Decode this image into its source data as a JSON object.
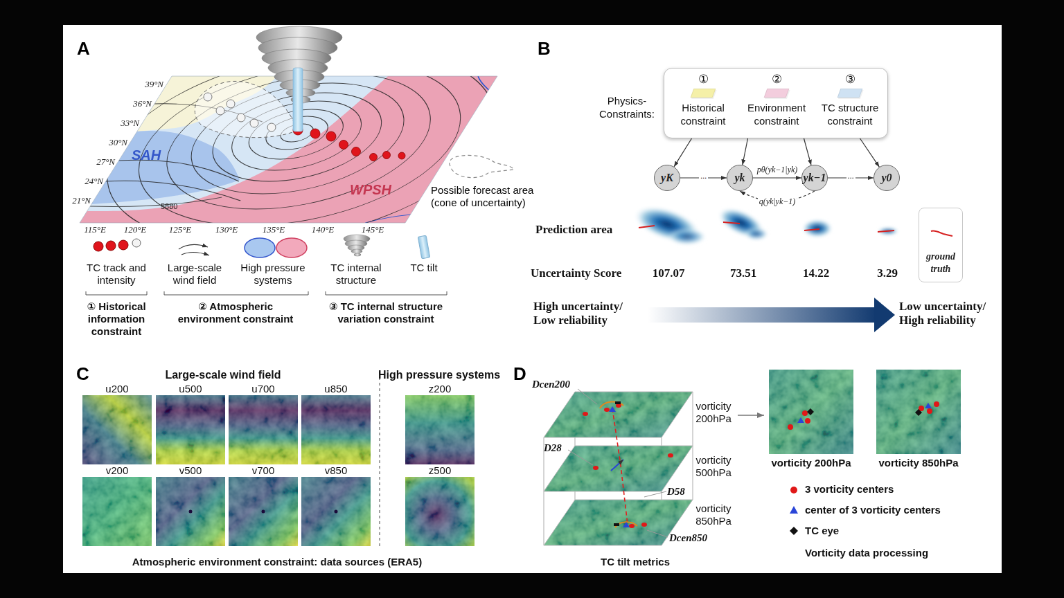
{
  "diagram": {
    "nodes": [
      {
        "text": [
          "Physics-Constraints:"
        ]
      },
      {
        "text": [
          "①",
          "Historical constraint"
        ],
        "in": 0
      },
      {
        "text": [
          "②",
          "Environment constraint"
        ],
        "in": 0
      },
      {
        "text": [
          "③",
          "TC structure constraint"
        ],
        "in": 0
      },
      {
        "text": [
          "yK"
        ]
      },
      {
        "text": [
          "yk"
        ]
      },
      {
        "text": [
          "yk−1"
        ]
      },
      {
        "text": [
          "y0"
        ]
      },
      {
        "text": [
          "ground truth"
        ]
      }
    ],
    "edges": [
      {
        "from": 0,
        "to": 4,
        "arrow": "to"
      },
      {
        "from": 0,
        "to": 5,
        "arrow": "to"
      },
      {
        "from": 0,
        "to": 6,
        "arrow": "to"
      },
      {
        "from": 0,
        "to": 7,
        "arrow": "to"
      },
      {
        "from": 4,
        "to": 5,
        "arrow": "to",
        "label": "···"
      },
      {
        "from": 5,
        "to": 6,
        "arrow": "to",
        "label": "pθ(yk−1|yk)"
      },
      {
        "from": 6,
        "to": 5,
        "arrow": "to",
        "label": "q(yk|yk−1)"
      },
      {
        "from": 6,
        "to": 7,
        "arrow": "to",
        "label": "···"
      }
    ],
    "labels": [
      "A",
      "B",
      "C",
      "D",
      "39°N",
      "36°N",
      "33°N",
      "30°N",
      "27°N",
      "24°N",
      "21°N",
      "115°E",
      "120°E",
      "125°E",
      "130°E",
      "135°E",
      "140°E",
      "145°E",
      "SAH",
      "WPSH",
      "5880",
      "Possible forecast area (cone of uncertainty)",
      "① Historical information constraint",
      "② Atmospheric environment constraint",
      "③ TC internal structure variation constraint",
      "Prediction area",
      "Uncertainty Score",
      "107.07",
      "73.51",
      "14.22",
      "3.29",
      "High uncertainty/ Low reliability",
      "Low uncertainty/ High reliability",
      "Large-scale wind field",
      "High pressure systems",
      "u200",
      "u500",
      "u700",
      "u850",
      "v200",
      "v500",
      "v700",
      "v850",
      "z200",
      "z500",
      "Atmospheric environment constraint: data sources (ERA5)",
      "Dcen200",
      "D28",
      "D58",
      "Dcen850",
      "vorticity 200hPa",
      "vorticity 500hPa",
      "vorticity 850hPa",
      "TC tilt metrics",
      "vorticity 200hPa",
      "vorticity 850hPa",
      "Vorticity data processing"
    ],
    "legend": [
      {
        "text": "TC track and intensity"
      },
      {
        "text": "Large-scale wind field"
      },
      {
        "text": "High pressure systems"
      },
      {
        "text": "TC internal structure"
      },
      {
        "text": "TC tilt"
      },
      {
        "text": "3 vorticity centers"
      },
      {
        "text": "center of 3 vorticity centers"
      },
      {
        "text": "TC eye"
      }
    ]
  }
}
